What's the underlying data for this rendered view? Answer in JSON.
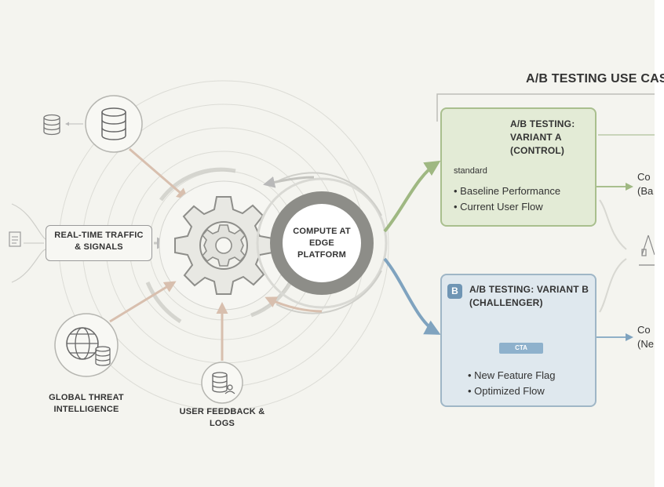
{
  "section_title": "A/B TESTING USE CAS",
  "center": {
    "label": "COMPUTE AT EDGE PLATFORM"
  },
  "inputs": {
    "traffic": "REAL-TIME TRAFFIC & SIGNALS",
    "threat": "GLOBAL THREAT INTELLIGENCE",
    "feedback": "USER FEEDBACK & LOGS"
  },
  "variant_a": {
    "title": "A/B TESTING: VARIANT A (CONTROL)",
    "tag": "standard",
    "bullets": [
      "Baseline Performance",
      "Current User Flow"
    ]
  },
  "variant_b": {
    "badge": "B",
    "title": "A/B TESTING: VARIANT B (CHALLENGER)",
    "cta": "CTA",
    "bullets": [
      "New Feature Flag",
      "Optimized Flow"
    ]
  },
  "outputs": {
    "a_line1": "Co",
    "a_line2": "(Ba",
    "b_line1": "Co",
    "b_line2": "(Ne"
  },
  "colors": {
    "background": "#f4f4ef",
    "variant_a_fill": "#e3ebd6",
    "variant_a_border": "#a9bf8e",
    "variant_b_fill": "#dfe8ee",
    "variant_b_border": "#9fb6c6",
    "arrow_tan": "#d8bfae",
    "arrow_green": "#9fb882",
    "arrow_blue": "#7fa3bf"
  },
  "icons": [
    "database-icon",
    "gear-icon",
    "globe-icon",
    "database-user-icon",
    "document-icon",
    "browser-window-icon",
    "scales-icon"
  ]
}
